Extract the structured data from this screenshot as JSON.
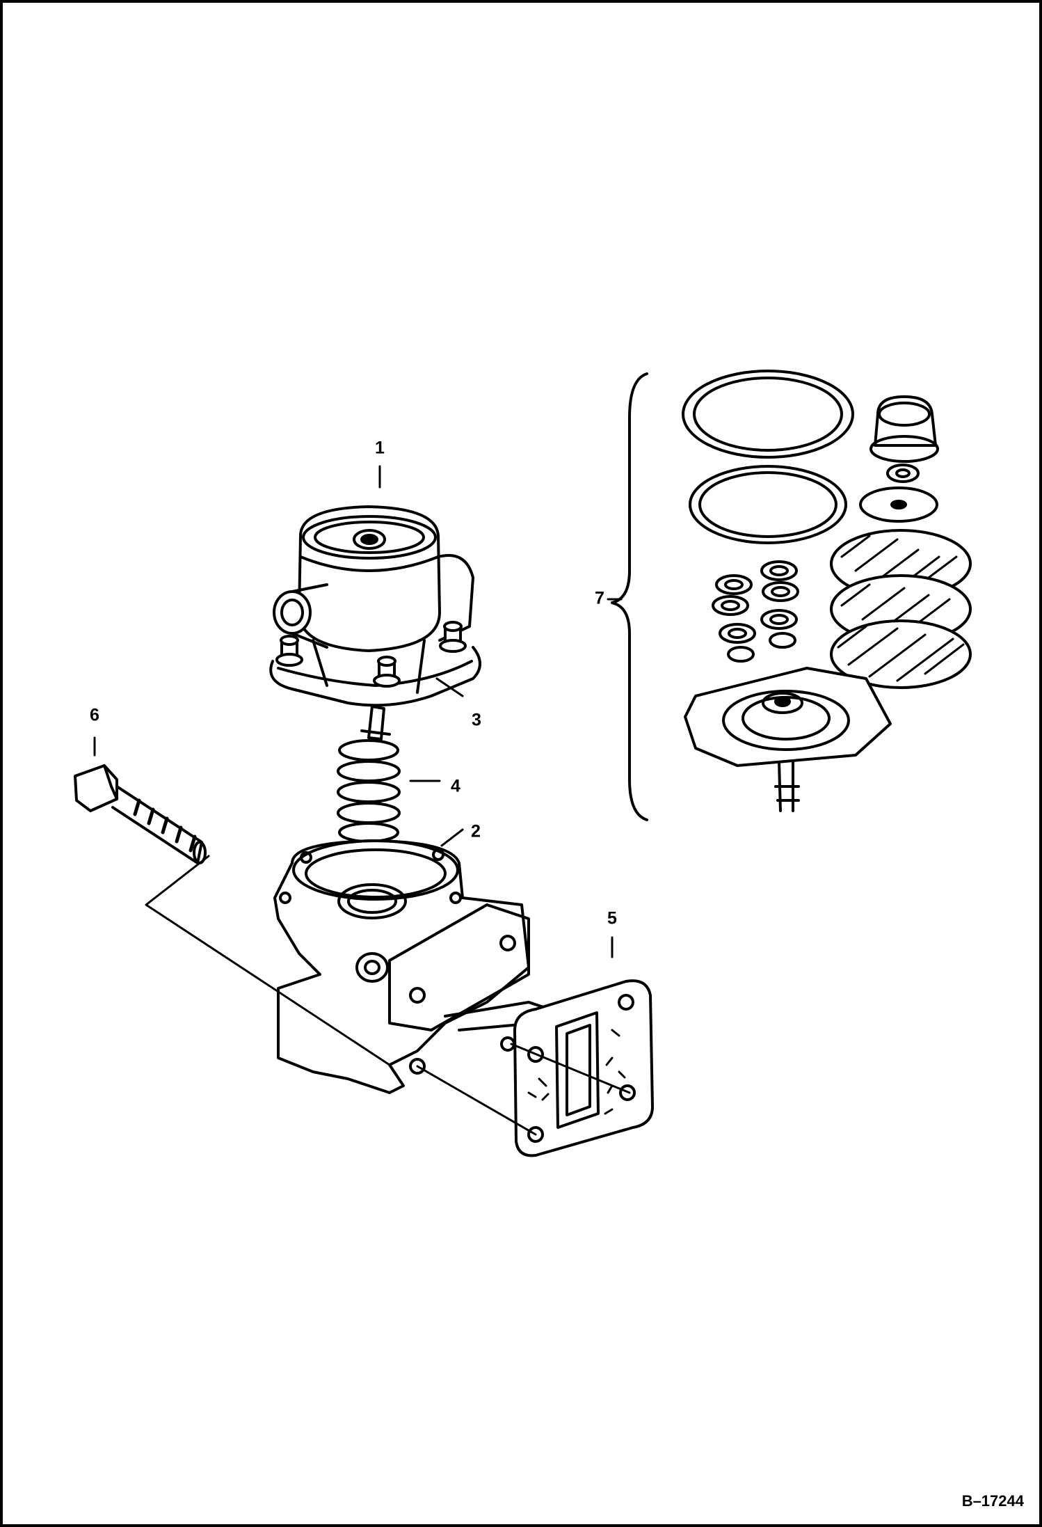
{
  "figure_id": "B–17244",
  "callouts": [
    "1",
    "2",
    "3",
    "4",
    "5",
    "6",
    "7"
  ],
  "colors": {
    "ink": "#000000",
    "paper": "#ffffff"
  }
}
